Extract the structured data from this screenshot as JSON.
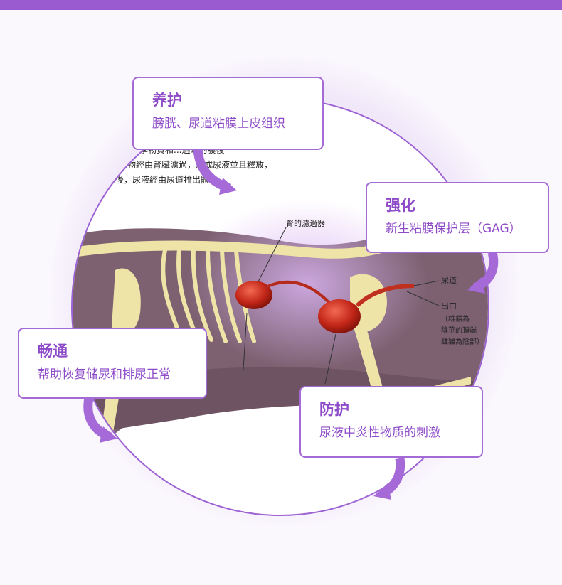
{
  "cards": {
    "nourish": {
      "title": "养护",
      "text": "膀胱、尿道粘膜上皮组织"
    },
    "strengthen": {
      "title": "强化",
      "text": "新生粘膜保护层（GAG）"
    },
    "smooth": {
      "title": "畅通",
      "text": "帮助恢复储尿和排尿正常"
    },
    "protect": {
      "title": "防护",
      "text": "尿液中炎性物质的刺激"
    }
  },
  "illustration": {
    "text_lines": [
      "的化學物質和...過嶋的膜後",
      "廢物經由腎臟濾過，形成尿液並且釋放，",
      "後，尿液經由尿道排出體外。"
    ],
    "label_kidney_filter": "腎的濾過器",
    "label_urethra": "尿道",
    "label_outlet": "出口",
    "outlet_notes": [
      "（雄貓為",
      "陰莖的頂端",
      "雌貓為陰部）"
    ]
  },
  "colors": {
    "accent": "#9b5bd0",
    "card_border": "#a46ad6",
    "card_text": "#8e4bc8",
    "arrow": "#a66ad8"
  }
}
